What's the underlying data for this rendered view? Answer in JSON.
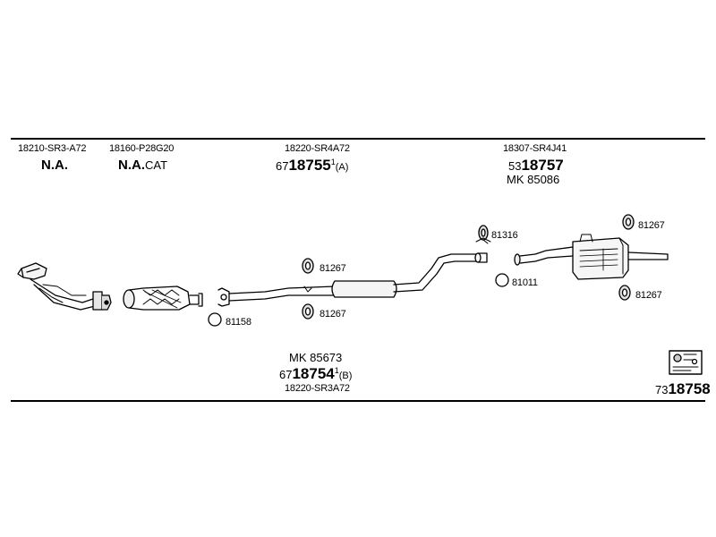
{
  "top_labels": {
    "part_1_number": "18210-SR3-A72",
    "part_1_status": "N.A.",
    "part_2_number": "18160-P28G20",
    "part_2_status_na": "N.A.",
    "part_2_status_cat": "CAT",
    "front_pipe_number": "18220-SR4A72",
    "front_pipe_prefix": "67",
    "front_pipe_code": "18755",
    "front_pipe_sup": "1",
    "front_pipe_variant": "(A)",
    "rear_number": "18307-SR4J41",
    "rear_prefix": "53",
    "rear_code": "18757",
    "rear_mk": "MK 85086"
  },
  "callouts": {
    "hanger_a": "81267",
    "hanger_b": "81267",
    "gasket_front": "81158",
    "hanger_mid": "81316",
    "gasket_rear": "81011",
    "hanger_rear_top": "81267",
    "hanger_rear_bottom": "81267"
  },
  "bottom_labels": {
    "mk": "MK 85673",
    "prefix": "67",
    "code": "18754",
    "sup": "1",
    "variant": "(B)",
    "part_number": "18220-SR3A72",
    "kit_prefix": "73",
    "kit_code": "18758"
  },
  "icons": [
    "mounting-kit-icon"
  ]
}
